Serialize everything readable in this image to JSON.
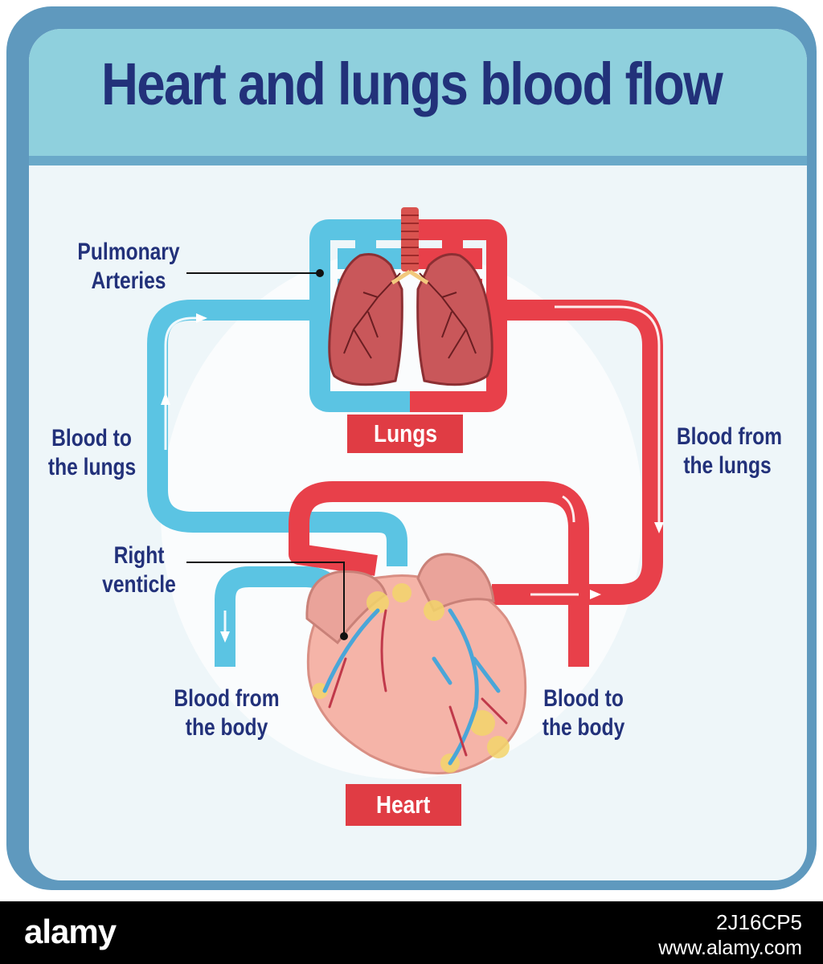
{
  "title": "Heart and lungs blood flow",
  "labels": {
    "pulmonary_arteries": [
      "Pulmonary",
      "Arteries"
    ],
    "blood_to_lungs": [
      "Blood to",
      "the lungs"
    ],
    "blood_from_lungs": [
      "Blood from",
      "the lungs"
    ],
    "right_ventricle": [
      "Right",
      "venticle"
    ],
    "blood_from_body": [
      "Blood from",
      "the body"
    ],
    "blood_to_body": [
      "Blood to",
      "the body"
    ]
  },
  "tags": {
    "lungs": "Lungs",
    "heart": "Heart"
  },
  "footer": {
    "brand": "alamy",
    "image_id": "2J16CP5",
    "site": "www.alamy.com"
  },
  "colors": {
    "frame": "#5f99be",
    "title_band": "#8fd0dd",
    "title_text": "#22317a",
    "deoxygenated": "#5bc4e3",
    "oxygenated": "#e8404a",
    "tag_bg": "#e03c44"
  }
}
